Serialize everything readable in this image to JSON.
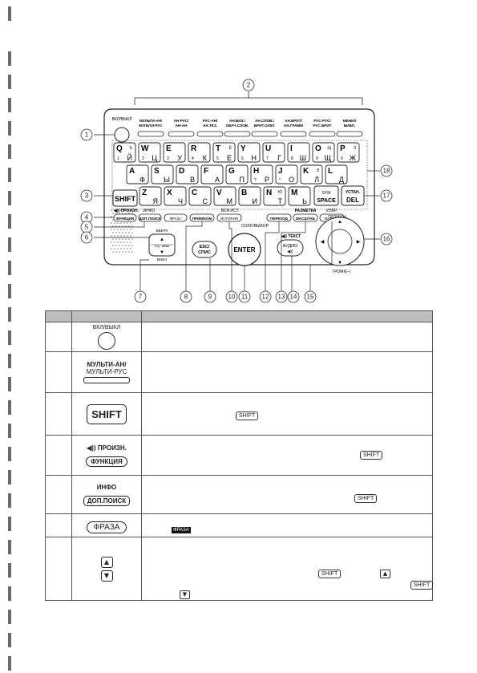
{
  "labels": {
    "power": "ВКЛ/ВЫКЛ",
    "multi": "МУЛЬТИ-АН/\nМУЛЬТИ-РУС",
    "an_rus": "АН-РУС/\nАН-АН",
    "rus_an": "РУС-АН/\nАН.ТЕЗ.",
    "an_biz": "АН.БИЗ./\nОБУЧ.СЛОВ.",
    "an_slov": "АН.СЛОВ./\nБРИТ.ОУБТ.",
    "an_brit": "АН.БРИТ/\nАН.ГРАММ",
    "rus_rus": "РУС-РУС/\nРУС.БРИТ",
    "menu": "МЕНЮ/\nБИБЛ.",
    "shift": "SHIFT",
    "proizn": "◀)) ПРОИЗН.",
    "funktsiya": "ФУНКЦИЯ",
    "info": "ИНФО",
    "dop_poisk": "ДОП.ПОИСК",
    "fraza": "ФРАЗА",
    "prim_kom": "ПРИМ/КОМ",
    "vsya_ist": "ВСЯ ИСТ.",
    "istoriya": "ИСТОРИЯ",
    "perekhod": "ПЕРЕХОД",
    "razmetka": "РАЗМЕТКА",
    "masshtab": "МАСШТАБ",
    "izbr": "ИЗБР.",
    "marker": "МАРКЕР",
    "vverkh": "ВВЕРХ",
    "vniz": "ВНИЗ",
    "str_vverkh_vniz": "Стр. вв/вв",
    "esc": "ESC/\nСПИС",
    "sokhr_vybor": "СОХР./ВЫБОР",
    "enter": "ENTER",
    "tekst": "◀)) ТЕКСТ",
    "audio": "АУДИО",
    "gromk_plus": "ГРОМК(+)",
    "gromk_minus": "ГРОМК(–)",
    "sym": "SYM",
    "space": "SPACE",
    "ustan": "УСТАН.",
    "del": "DEL"
  },
  "keys_row1": [
    [
      "Q",
      "Ъ",
      "1",
      "Й"
    ],
    [
      "W",
      "",
      "2",
      "Ц"
    ],
    [
      "E",
      "",
      "3",
      "У"
    ],
    [
      "R",
      "",
      "4",
      "К"
    ],
    [
      "T",
      "Ё",
      "5",
      "Е"
    ],
    [
      "Y",
      "",
      "6",
      "Н"
    ],
    [
      "U",
      "",
      "7",
      "Г"
    ],
    [
      "I",
      "",
      "8",
      "Ш"
    ],
    [
      "O",
      "Щ",
      "9",
      "Щ"
    ],
    [
      "P",
      "З",
      "0",
      "Ж"
    ]
  ],
  "keys_row2": [
    [
      "A",
      "",
      "",
      "Ф"
    ],
    [
      "S",
      "",
      "",
      "Ы"
    ],
    [
      "D",
      "",
      "",
      "В"
    ],
    [
      "F",
      "",
      "",
      "А"
    ],
    [
      "G",
      "",
      "",
      "П"
    ],
    [
      "H",
      "",
      "?",
      "Р"
    ],
    [
      "J",
      "",
      "*",
      "О"
    ],
    [
      "K",
      "Э",
      "",
      "Л"
    ],
    [
      "L",
      "",
      "",
      "Д"
    ]
  ],
  "keys_row3": [
    [
      "Z",
      "",
      "",
      "Я"
    ],
    [
      "X",
      "",
      "",
      "Ч"
    ],
    [
      "C",
      "",
      "",
      "С"
    ],
    [
      "V",
      "",
      "",
      "М"
    ],
    [
      "B",
      "",
      "",
      "И"
    ],
    [
      "N",
      "Ю",
      "",
      "Т"
    ],
    [
      "M",
      "",
      "",
      "Ь"
    ]
  ],
  "callouts": [
    "1",
    "2",
    "3",
    "4",
    "5",
    "6",
    "7",
    "8",
    "9",
    "10",
    "11",
    "12",
    "13",
    "14",
    "15",
    "16",
    "17",
    "18"
  ],
  "table": {
    "row1_key": "ВКЛ/ВЫКЛ",
    "row2_key_line1": "МУЛЬТИ-АН/",
    "row2_key_line2": "МУЛЬТИ-РУС",
    "row3_key": "SHIFT",
    "row3_inline_shift": "SHIFT",
    "row4_key_line1": "◀)) ПРОИЗН.",
    "row4_key_line2": "ФУНКЦИЯ",
    "row4_inline_shift": "SHIFT",
    "row5_key_line1": "ИНФО",
    "row5_key_line2": "ДОП.ПОИСК",
    "row5_inline_shift": "SHIFT",
    "row6_key": "ФРАЗА",
    "row6_inline_fraza": "ФРАЗА",
    "row7_inline_shift1": "SHIFT",
    "row7_inline_shift2": "SHIFT"
  }
}
